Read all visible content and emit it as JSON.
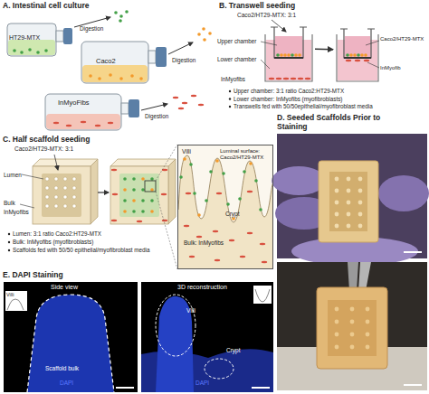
{
  "diagram": {
    "nodes": [
      {
        "text": [
          "HT29-MTX"
        ]
      },
      {
        "text": [
          "Caco2"
        ]
      },
      {
        "text": [
          "InMyoFibs"
        ]
      },
      {
        "text": [
          "Caco2/HT29-MTX: 3:1",
          "Upper chamber",
          "Lower chamber",
          "InMyofibs"
        ]
      },
      {
        "text": [
          "Caco2/HT29-MTX",
          "InMyofib"
        ]
      },
      {
        "text": [
          "Caco2/HT29-MTX: 3:1",
          "Lumen",
          "Bulk",
          "InMyofibs"
        ]
      },
      {
        "text": [
          "Villi",
          "Luminal surface: Caco2/HT29-MTX",
          "Crypt",
          "Bulk: InMyofibs"
        ]
      },
      {
        "text": [
          "D. Seeded Scaffolds Prior to Staining"
        ]
      },
      {
        "text": [
          "Side view",
          "Villi",
          "Scaffold bulk",
          "DAPI"
        ]
      },
      {
        "text": [
          "3D reconstruction",
          "Villi",
          "Crypt",
          "DAPI"
        ]
      }
    ],
    "edges": [
      {
        "from": 3,
        "to": 4,
        "arrow": "to"
      }
    ],
    "labels": [
      "A. Intestinal cell culture",
      "Digestion",
      "Digestion",
      "Digestion",
      "B. Transwell seeding",
      "Upper chamber: 3:1 ratio Caco2:HT29-MTX",
      "Lower chamber: InMyofibs (myofibroblasts)",
      "Transwells fed with 50/50epithelial/myofibroblast media",
      "C. Half scaffold seeding",
      "Lumen: 3:1 ratio Caco2:HT29-MTX",
      "Bulk: InMyofibs (myofibroblasts)",
      "Scaffolds fed with 50/50 epithelial/myofibroblast media",
      "E. DAPI Staining"
    ]
  }
}
